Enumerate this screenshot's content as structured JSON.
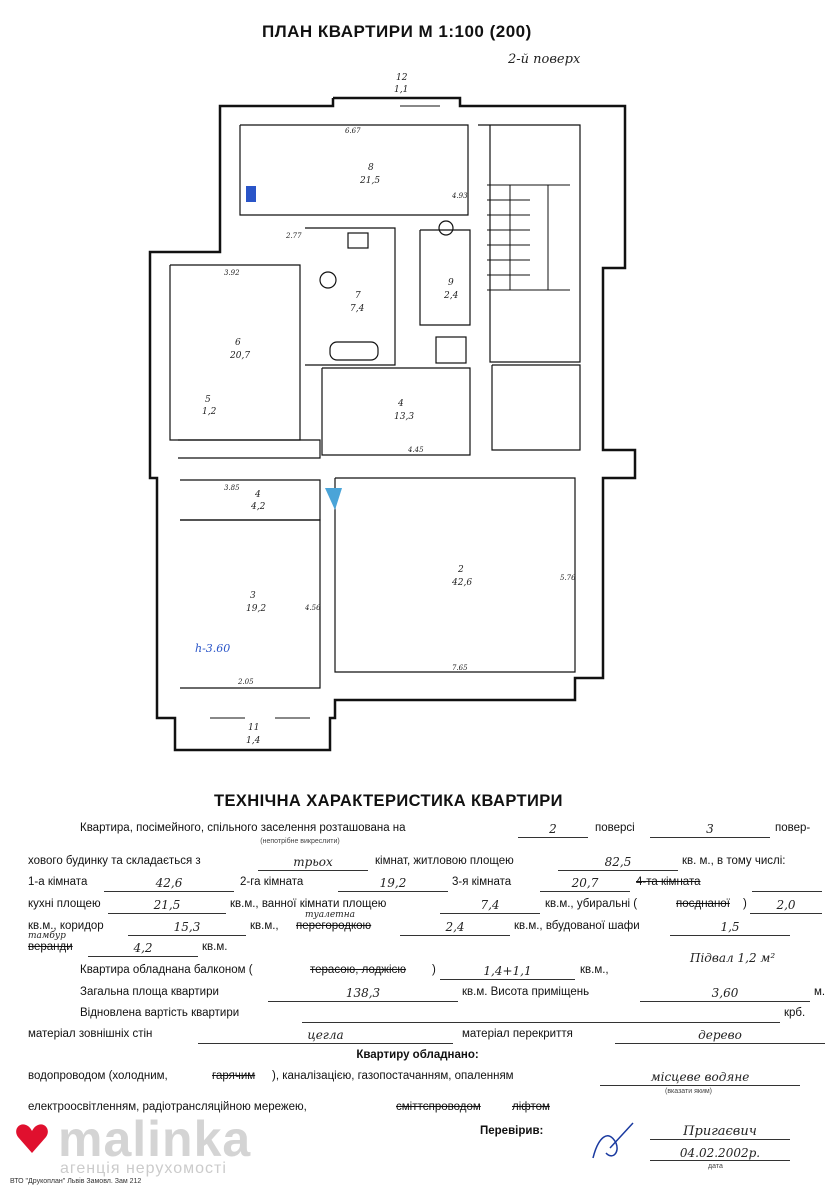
{
  "plan": {
    "title": "ПЛАН КВАРТИРИ М 1:100 (200)",
    "floor_note": "2-й поверх",
    "rooms": [
      {
        "no": "8",
        "area": "21,5"
      },
      {
        "no": "7",
        "area": "7,4"
      },
      {
        "no": "6",
        "area": "20,7"
      },
      {
        "no": "9",
        "area": "2,4"
      },
      {
        "no": "5",
        "area": "1,2"
      },
      {
        "no": "4",
        "area": "13,3"
      },
      {
        "no": "4",
        "area": "4,2"
      },
      {
        "no": "3",
        "area": "19,2"
      },
      {
        "no": "2",
        "area": "42,6"
      },
      {
        "no": "12",
        "area": "1,1"
      },
      {
        "no": "11",
        "area": "1,4"
      }
    ],
    "dims": [
      "6.67",
      "4.93",
      "2.77",
      "3.92",
      "4.45",
      "5.76",
      "7.65",
      "2.05",
      "3.85",
      "4.56"
    ],
    "height_note": "h-3.60"
  },
  "tech": {
    "title": "ТЕХНІЧНА ХАРАКТЕРИСТИКА КВАРТИРИ",
    "l1": {
      "a": "Квартира, посімейного, спільного заселення розташована на",
      "floor": "2",
      "b": "поверсі",
      "storeys": "3",
      "c": "повер-"
    },
    "l1_note": "(непотрібне викреслити)",
    "l2": {
      "a": "хового будинку та складається з",
      "rooms": "трьох",
      "b": "кімнат, житловою площею",
      "living": "82,5",
      "c": "кв. м., в тому числі:"
    },
    "l3": {
      "r1l": "1-а кімната",
      "r1": "42,6",
      "r2l": "2-га кімната",
      "r2": "19,2",
      "r3l": "3-я кімната",
      "r3": "20,7",
      "r4l": "4-та кімната"
    },
    "l4": {
      "a": "кухні площею",
      "kitchen": "21,5",
      "b": "кв.м., ванної кімнати площею",
      "bath": "7,4",
      "c": "кв.м., убиральні (",
      "struck": "поєднаної",
      "d": ")",
      "wc": "2,0"
    },
    "l5": {
      "a": "кв.м., коридор",
      "corr": "15,3",
      "b": "кв.м.,",
      "struck": "перегородкою",
      "hw_over": "туалетна",
      "part": "2,4",
      "c": "кв.м., вбудованої шафи",
      "ward": "1,5"
    },
    "l6": {
      "struck": "веранди",
      "hw_over": "тамбур",
      "ver": "4,2",
      "a": "кв.м.",
      "basement": "Підвал 1,2 м²"
    },
    "l7": {
      "a": "Квартира обладнана балконом (",
      "struck": "терасою, лоджією",
      "b": ")",
      "bal": "1,4+1,1",
      "c": "кв.м.,"
    },
    "l8": {
      "a": "Загальна площа квартири",
      "total": "138,3",
      "b": "кв.м. Висота приміщень",
      "height": "3,60",
      "c": "м."
    },
    "l9": {
      "a": "Відновлена вартість квартири",
      "c": "крб."
    },
    "l10": {
      "a": "матеріал зовнішніх стін",
      "walls": "цегла",
      "b": "матеріал перекриття",
      "floor_mat": "дерево"
    },
    "equip_title": "Квартиру обладнано:",
    "l11": {
      "a": "водопроводом (холодним,",
      "struck": "гарячим",
      "b": "), каналізацією, газопостачанням, опаленням",
      "heat": "місцеве водяне"
    },
    "l11_note": "(вказати яким)",
    "l12": {
      "a": "електроосвітленням, радіотрансляційною мережею,",
      "struck1": "сміттєпроводом",
      "struck2": "ліфтом"
    },
    "checked_label": "Перевірив:",
    "checker": "Пригаєвич",
    "date": "04.02.2002р.",
    "date_label": "дата",
    "footer": "ВТО \"Друкоплан\" Львів  Замовл. Зам 212"
  },
  "watermark": {
    "brand": "malinka",
    "sub": "агенція нерухомості",
    "color": "#e0102e"
  }
}
